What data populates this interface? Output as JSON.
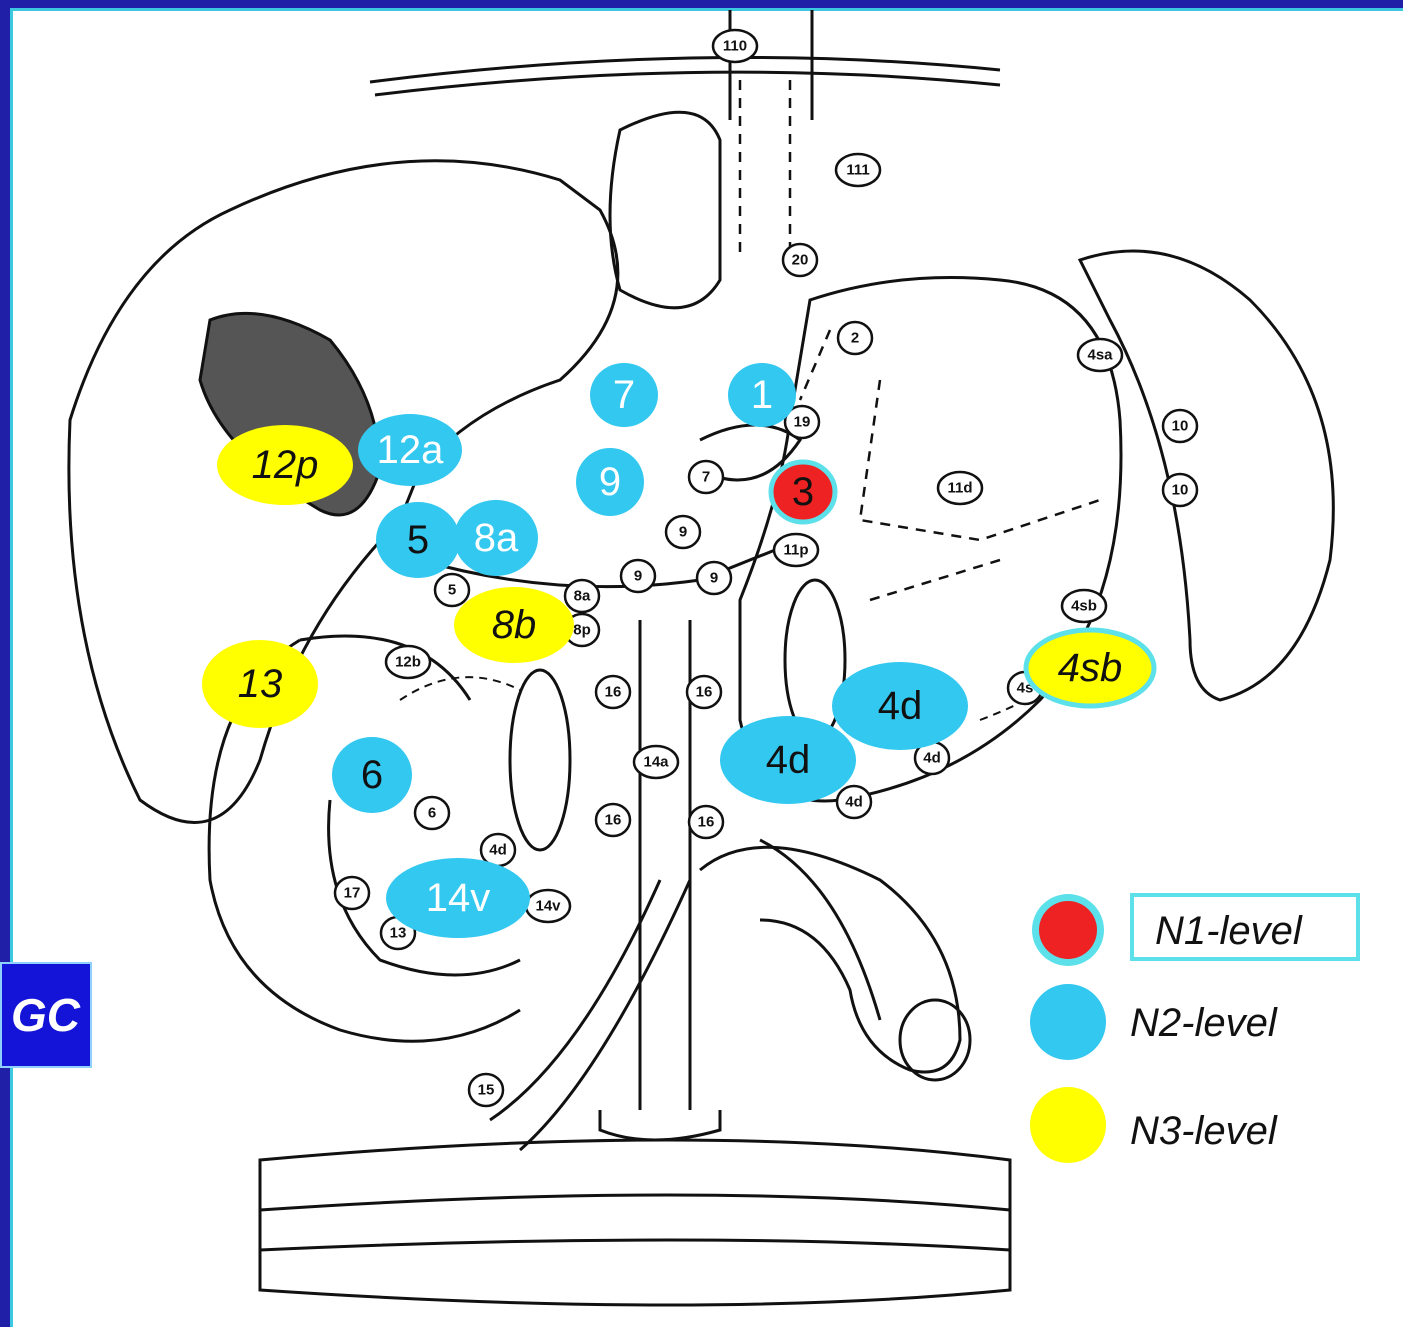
{
  "diagram": {
    "tag_label": "GC",
    "legend": [
      {
        "label": "N1-level",
        "color": "#ee2222",
        "ring": "#5ce0ea"
      },
      {
        "label": "N2-level",
        "color": "#33c8f0"
      },
      {
        "label": "N3-level",
        "color": "#ffff00"
      }
    ],
    "highlighted_nodes": [
      {
        "label": "1",
        "level": "N2"
      },
      {
        "label": "3",
        "level": "N1"
      },
      {
        "label": "7",
        "level": "N2"
      },
      {
        "label": "9",
        "level": "N2"
      },
      {
        "label": "12a",
        "level": "N2"
      },
      {
        "label": "12p",
        "level": "N3"
      },
      {
        "label": "5",
        "level": "N2"
      },
      {
        "label": "8a",
        "level": "N2"
      },
      {
        "label": "8b",
        "level": "N3"
      },
      {
        "label": "13",
        "level": "N3"
      },
      {
        "label": "6",
        "level": "N2"
      },
      {
        "label": "14v",
        "level": "N2"
      },
      {
        "label": "4d",
        "level": "N2"
      },
      {
        "label": "4d",
        "level": "N2"
      },
      {
        "label": "4sb",
        "level": "N3"
      }
    ],
    "small_labels": [
      "110",
      "111",
      "20",
      "2",
      "19",
      "7",
      "9",
      "9",
      "9",
      "11p",
      "11d",
      "4sa",
      "10",
      "10",
      "4sb",
      "4s",
      "4d",
      "4d",
      "8a",
      "8p",
      "16",
      "16",
      "16",
      "16",
      "14a",
      "12b",
      "5",
      "6",
      "4d",
      "17",
      "13",
      "14v",
      "15"
    ]
  }
}
